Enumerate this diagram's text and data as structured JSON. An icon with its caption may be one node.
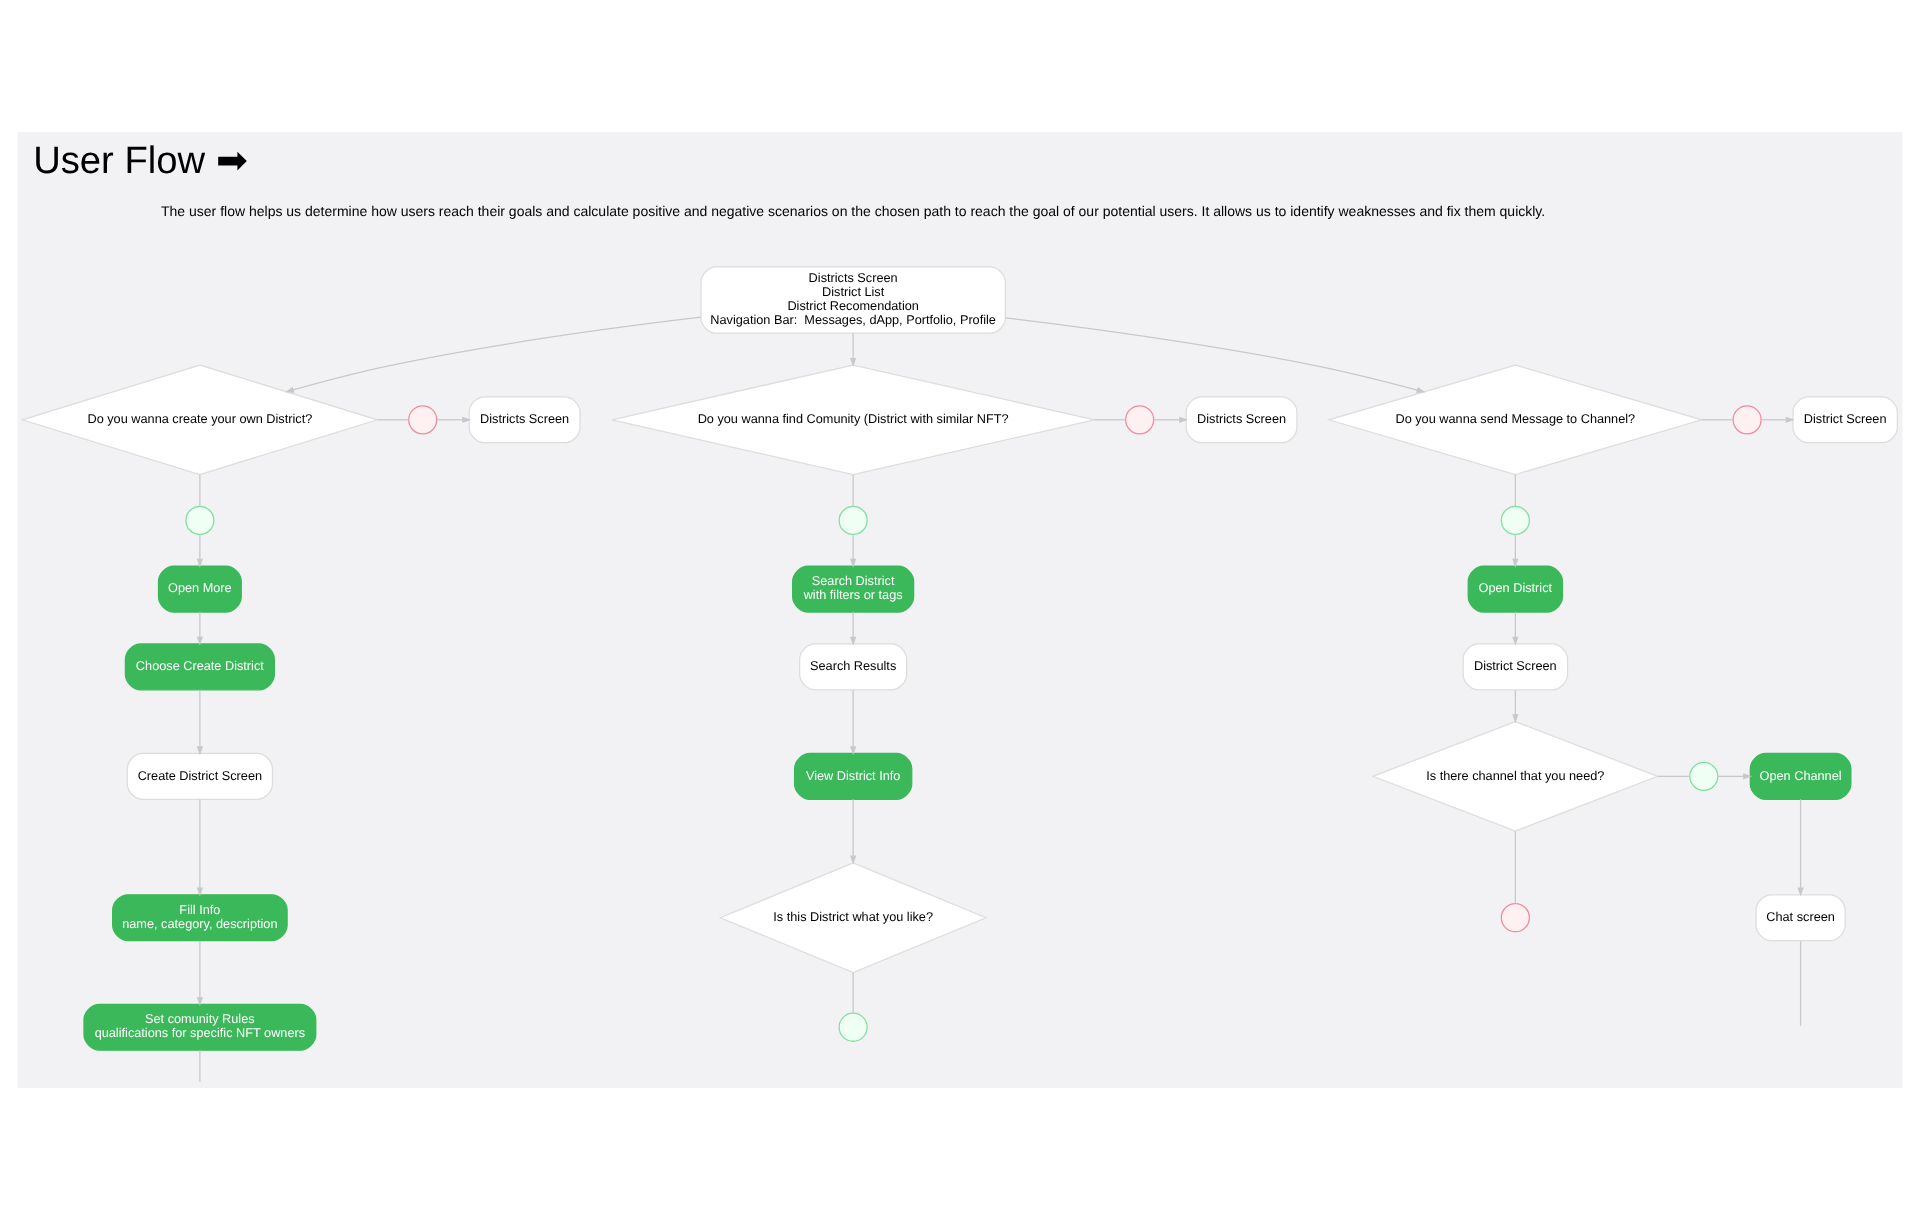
{
  "diagram": {
    "title": "User Flow ➡",
    "nodes": [
      {
        "text": [
          "Districts Screen",
          "District List",
          "District Recomendation",
          "Navigation Bar:  Messages, dApp, Portfolio, Profile"
        ]
      },
      {
        "text": [
          "Do you wanna create your own District?"
        ]
      },
      {
        "text": [
          "Districts Screen"
        ]
      },
      {
        "text": [],
        "shape": "circle"
      },
      {
        "text": [],
        "shape": "circle"
      },
      {
        "text": [
          "Open More"
        ]
      },
      {
        "text": [
          "Choose Create District"
        ]
      },
      {
        "text": [
          "Create District Screen"
        ]
      },
      {
        "text": [
          "Fill Info",
          "name, category, description"
        ]
      },
      {
        "text": [
          "Set comunity Rules",
          "qualifications for specific NFT owners"
        ]
      },
      {
        "text": [
          "Do you wanna find Comunity (District with similar NFT?"
        ]
      },
      {
        "text": [
          "Districts Screen"
        ]
      },
      {
        "text": [],
        "shape": "circle"
      },
      {
        "text": [],
        "shape": "circle"
      },
      {
        "text": [
          "Search District",
          "with filters or tags"
        ]
      },
      {
        "text": [
          "Search Results"
        ]
      },
      {
        "text": [
          "View District Info"
        ]
      },
      {
        "text": [
          "Is this District what you like?"
        ]
      },
      {
        "text": [],
        "shape": "circle"
      },
      {
        "text": [
          "Do you wanna send Message to Channel?"
        ]
      },
      {
        "text": [],
        "shape": "circle"
      },
      {
        "text": [
          "District Screen"
        ]
      },
      {
        "text": [],
        "shape": "circle"
      },
      {
        "text": [
          "Open District"
        ]
      },
      {
        "text": [
          "District Screen"
        ]
      },
      {
        "text": [
          "Is there channel that you need?"
        ]
      },
      {
        "text": [],
        "shape": "circle"
      },
      {
        "text": [
          "Open Channel"
        ]
      },
      {
        "text": [
          "Chat screen"
        ]
      },
      {
        "text": [],
        "shape": "circle"
      }
    ],
    "edges": [
      {
        "from": 0,
        "to": 1,
        "arrow": "to"
      },
      {
        "from": 0,
        "to": 10,
        "arrow": "to"
      },
      {
        "from": 0,
        "to": 19,
        "arrow": "to"
      },
      {
        "from": 1,
        "to": 3,
        "arrow": "none"
      },
      {
        "from": 3,
        "to": 2,
        "arrow": "to"
      },
      {
        "from": 1,
        "to": 4,
        "arrow": "none"
      },
      {
        "from": 4,
        "to": 5,
        "arrow": "to"
      },
      {
        "from": 5,
        "to": 6,
        "arrow": "to"
      },
      {
        "from": 6,
        "to": 7,
        "arrow": "to"
      },
      {
        "from": 7,
        "to": 8,
        "arrow": "to"
      },
      {
        "from": 8,
        "to": 9,
        "arrow": "to"
      },
      {
        "from": 9,
        "to": null,
        "arrow": "none"
      },
      {
        "from": 10,
        "to": 12,
        "arrow": "none"
      },
      {
        "from": 12,
        "to": 11,
        "arrow": "to"
      },
      {
        "from": 10,
        "to": 13,
        "arrow": "none"
      },
      {
        "from": 13,
        "to": 14,
        "arrow": "to"
      },
      {
        "from": 14,
        "to": 15,
        "arrow": "to"
      },
      {
        "from": 15,
        "to": 16,
        "arrow": "to"
      },
      {
        "from": 16,
        "to": 17,
        "arrow": "to"
      },
      {
        "from": 17,
        "to": 18,
        "arrow": "none"
      },
      {
        "from": 19,
        "to": 20,
        "arrow": "none"
      },
      {
        "from": 20,
        "to": 21,
        "arrow": "to"
      },
      {
        "from": 19,
        "to": 22,
        "arrow": "none"
      },
      {
        "from": 22,
        "to": 23,
        "arrow": "to"
      },
      {
        "from": 23,
        "to": 24,
        "arrow": "to"
      },
      {
        "from": 24,
        "to": 25,
        "arrow": "to"
      },
      {
        "from": 25,
        "to": 26,
        "arrow": "none"
      },
      {
        "from": 26,
        "to": 27,
        "arrow": "to"
      },
      {
        "from": 27,
        "to": 28,
        "arrow": "to"
      },
      {
        "from": 28,
        "to": null,
        "arrow": "none"
      },
      {
        "from": 25,
        "to": 29,
        "arrow": "none"
      }
    ],
    "labels": [
      "The user flow helps us determine how users reach their goals and calculate positive and negative scenarios on the chosen path to reach the goal of our potential users. It allows us to identify weaknesses and fix them quickly."
    ]
  }
}
